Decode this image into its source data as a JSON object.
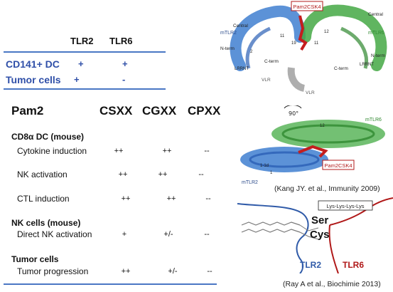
{
  "receptor_table": {
    "col1": "TLR2",
    "col2": "TLR6",
    "rows": [
      {
        "label": "CD141+ DC",
        "tlr2": "+",
        "tlr6": "+"
      },
      {
        "label": "Tumor cells",
        "tlr2": "+",
        "tlr6": "-"
      }
    ]
  },
  "main_table": {
    "header": {
      "label": "Pam2",
      "c1": "CSXX",
      "c2": "CGXX",
      "c3": "CPXX"
    },
    "sections": [
      {
        "title": "CD8α DC (mouse)",
        "rows": [
          {
            "label": "Cytokine induction",
            "c1": "++",
            "c2": "++",
            "c3": "--"
          },
          {
            "label": "NK activation",
            "c1": "++",
            "c2": "++",
            "c3": "--"
          },
          {
            "label": "CTL induction",
            "c1": "++",
            "c2": "++",
            "c3": "--"
          }
        ]
      },
      {
        "title": "NK cells (mouse)",
        "rows": [
          {
            "label": "Direct NK activation",
            "c1": "+",
            "c2": "+/-",
            "c3": "--"
          }
        ]
      },
      {
        "title": "Tumor cells",
        "rows": [
          {
            "label": "Tumor progression",
            "c1": "++",
            "c2": "+/-",
            "c3": "--"
          }
        ]
      }
    ]
  },
  "figure_top": {
    "ligand_box": "Pam2CSK4",
    "labels": {
      "central_left": "Central",
      "central_right": "Central",
      "mtlr2": "mTLR2",
      "mtlr6": "mTLR6",
      "nterm_left": "N-term",
      "nterm_right": "N-term",
      "lrrnt_left": "LRRNT",
      "lrrnt_right": "LRRNT",
      "cterm_left": "C-term",
      "cterm_right": "C-term",
      "vlr_left": "VLR",
      "vlr_right": "VLR",
      "num_2": "2",
      "num_11_left": "11",
      "num_11_right": "11",
      "num_19": "19",
      "num_12": "12"
    }
  },
  "figure_mid": {
    "rotation": "90°",
    "ligand_box": "Pam2CSK4",
    "mtlr6": "mTLR6",
    "mtlr2": "mTLR2",
    "num_12": "12",
    "num_1": "1",
    "num_1d": "1-1d"
  },
  "citation1": "(Kang JY. et al., Immunity 2009)",
  "figure_bottom": {
    "peptide": "Lys-Lys-Lys-Lys",
    "ser": "Ser",
    "cys": "Cys",
    "tlr2": "TLR2",
    "tlr6": "TLR6"
  },
  "citation2": "(Ray A et al., Biochimie 2013)",
  "colors": {
    "blue": "#2f4fa8",
    "tlr2_line": "#2f5aa8",
    "tlr6_line": "#b01818",
    "rule": "#4a77c4",
    "green": "#3a9a3a",
    "ligand": "#c41e1e"
  }
}
